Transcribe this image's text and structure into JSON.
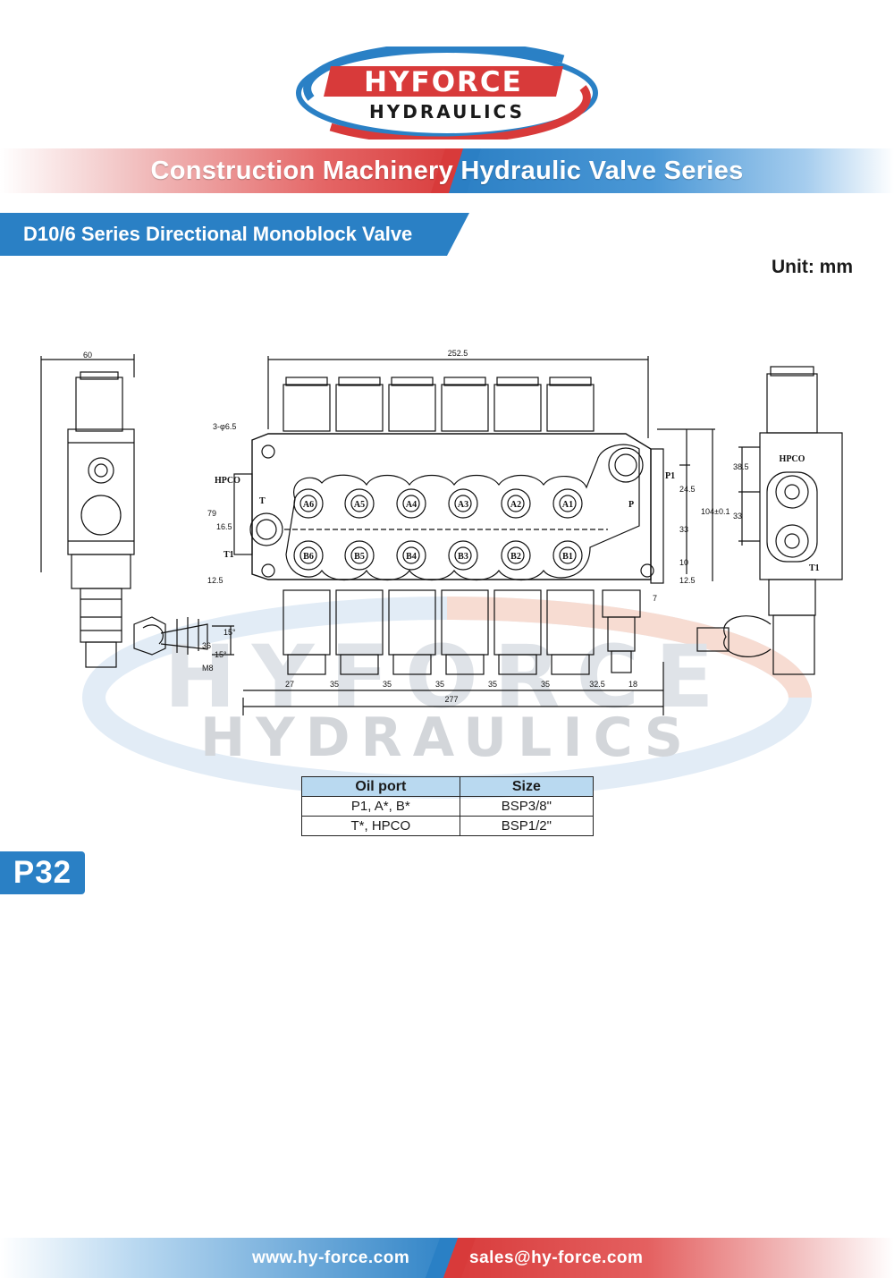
{
  "logo": {
    "line1": "HYFORCE",
    "line2": "HYDRAULICS"
  },
  "banner": {
    "series_title": "Construction Machinery Hydraulic Valve Series"
  },
  "product": {
    "title": "D10/6 Series Directional Monoblock Valve"
  },
  "unit_label": "Unit: mm",
  "drawing": {
    "watermark": {
      "line1": "HYFORCE",
      "line2": "HYDRAULICS"
    },
    "dimensions": {
      "side_width": "60",
      "overall_length": "252.5",
      "holes": "3-φ6.5",
      "height_79": "79",
      "d16_5": "16.5",
      "d12_5_left": "12.5",
      "d24_5": "24.5",
      "d33_front": "33",
      "d104": "104±0.1",
      "d12_5_right": "12.5",
      "d10": "10",
      "d7": "7",
      "d27": "27",
      "pitch": [
        "35",
        "35",
        "35",
        "35",
        "35"
      ],
      "d32_5": "32.5",
      "d18": "18",
      "total_277": "277",
      "d38_5": "38.5",
      "d33_side": "33",
      "angle_15a": "15°",
      "angle_15b": "15°",
      "m8": "M8",
      "d36": "36"
    },
    "labels": {
      "hpco": "HPCO",
      "t": "T",
      "t1": "T1",
      "p": "P",
      "p1": "P1",
      "hpco_side": "HPCO",
      "t1_side": "T1",
      "a_ports": [
        "A6",
        "A5",
        "A4",
        "A3",
        "A2",
        "A1"
      ],
      "b_ports": [
        "B6",
        "B5",
        "B4",
        "B3",
        "B2",
        "B1"
      ]
    }
  },
  "table": {
    "headers": [
      "Oil port",
      "Size"
    ],
    "rows": [
      [
        "P1, A*, B*",
        "BSP3/8\""
      ],
      [
        "T*, HPCO",
        "BSP1/2\""
      ]
    ]
  },
  "page_number": "P32",
  "footer": {
    "website": "www.hy-force.com",
    "email": "sales@hy-force.com"
  },
  "colors": {
    "brand_red": "#d83a3a",
    "brand_blue": "#2a80c5",
    "table_header": "#b9d9f0"
  }
}
